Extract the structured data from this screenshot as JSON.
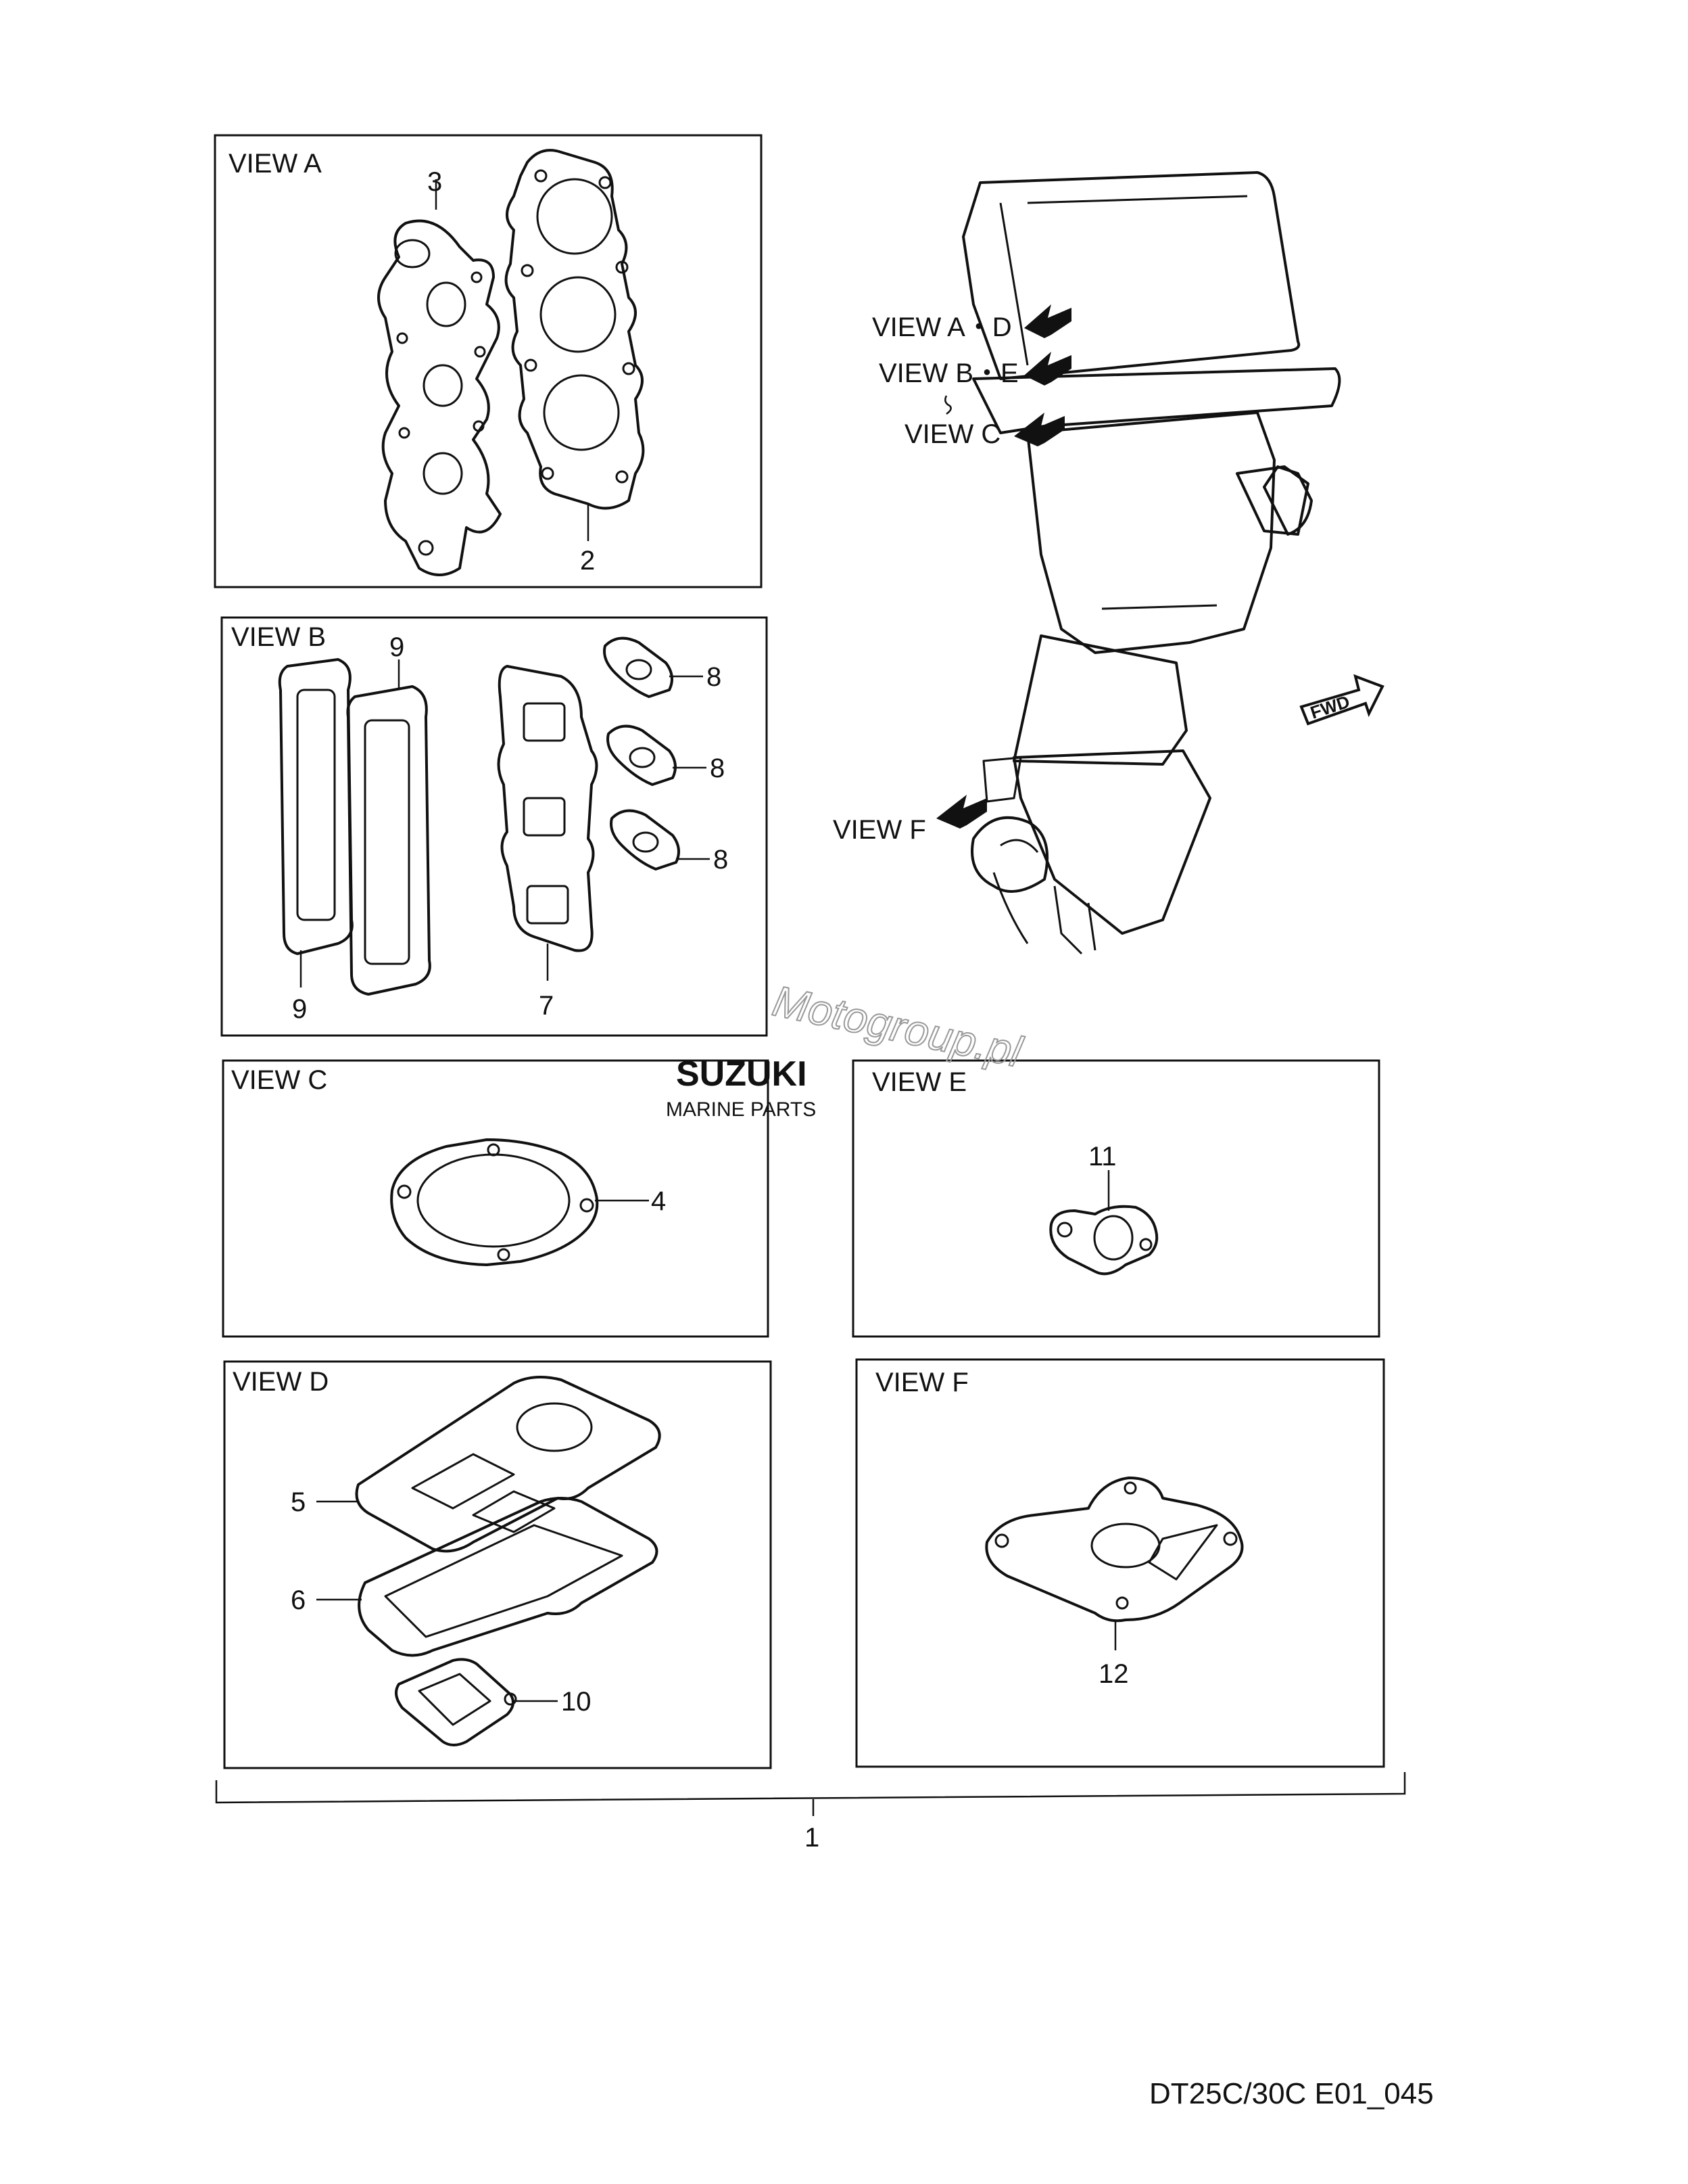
{
  "views": {
    "a": {
      "label": "VIEW A"
    },
    "b": {
      "label": "VIEW B"
    },
    "c": {
      "label": "VIEW C"
    },
    "d": {
      "label": "VIEW D"
    },
    "e": {
      "label": "VIEW E"
    },
    "f": {
      "label": "VIEW F"
    }
  },
  "motor_callouts": {
    "ad": "VIEW A・D",
    "be": "VIEW B・E",
    "c": "VIEW C",
    "f": "VIEW F",
    "fwd": "FWD"
  },
  "parts": {
    "p1": "1",
    "p2": "2",
    "p3": "3",
    "p4": "4",
    "p5": "5",
    "p6": "6",
    "p7": "7",
    "p8a": "8",
    "p8b": "8",
    "p8c": "8",
    "p9a": "9",
    "p9b": "9",
    "p10": "10",
    "p11": "11",
    "p12": "12"
  },
  "watermark": {
    "site": "Motogroup.pl",
    "brand": "SUZUKI",
    "sub": "MARINE PARTS"
  },
  "footer": {
    "code": "DT25C/30C E01_045"
  }
}
